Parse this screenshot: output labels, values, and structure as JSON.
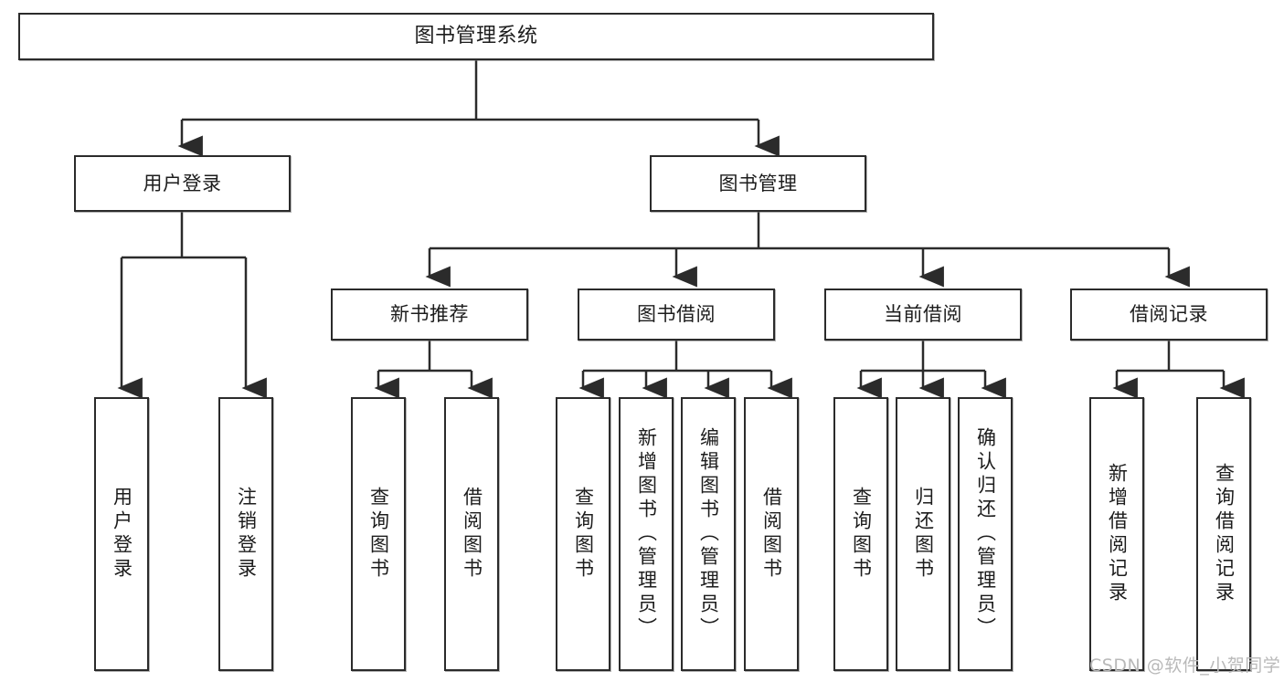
{
  "diagram": {
    "type": "tree",
    "title": "图书管理系统",
    "root": {
      "label": "图书管理系统"
    },
    "level2": [
      {
        "label": "用户登录"
      },
      {
        "label": "图书管理"
      }
    ],
    "level3": [
      {
        "label": "新书推荐"
      },
      {
        "label": "图书借阅"
      },
      {
        "label": "当前借阅"
      },
      {
        "label": "借阅记录"
      }
    ],
    "leaves": {
      "user_login": [
        {
          "label": "用户登录"
        },
        {
          "label": "注销登录"
        }
      ],
      "new_book_recommend": [
        {
          "label": "查询图书"
        },
        {
          "label": "借阅图书"
        }
      ],
      "book_borrow": [
        {
          "label": "查询图书"
        },
        {
          "label": "新增图书（管理员）"
        },
        {
          "label": "编辑图书（管理员）"
        },
        {
          "label": "借阅图书"
        }
      ],
      "current_borrow": [
        {
          "label": "查询图书"
        },
        {
          "label": "归还图书"
        },
        {
          "label": "确认归还（管理员）"
        }
      ],
      "borrow_record": [
        {
          "label": "新增借阅记录"
        },
        {
          "label": "查询借阅记录"
        }
      ]
    }
  },
  "watermark": {
    "text": "CSDN @软件_小贺同学"
  },
  "colors": {
    "border": "#2b2b2b",
    "background": "#ffffff",
    "text": "#1c1c1c",
    "watermark": "#b9b9b9"
  }
}
